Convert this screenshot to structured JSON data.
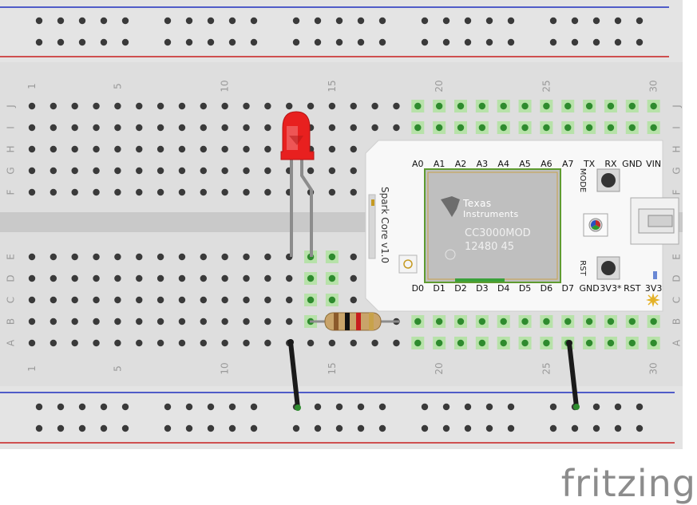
{
  "colors": {
    "board": "#dedede",
    "hole": "#3a3a3a",
    "hole_green": "#2e8b2e",
    "rail_blue": "#1f2fbf",
    "rail_red": "#c81e1e",
    "core_board": "#f8f8f8",
    "chip": "#bfbfbf",
    "chip_outline": "#5e9b30",
    "pin_green": "#b7e2a9"
  },
  "breadboard": {
    "columns_top": [
      "1",
      "5",
      "10",
      "15",
      "20",
      "25",
      "30"
    ],
    "columns_bottom": [
      "1",
      "5",
      "10",
      "15",
      "20",
      "25",
      "30"
    ],
    "rows_upper": [
      "J",
      "I",
      "H",
      "G",
      "F"
    ],
    "rows_lower": [
      "E",
      "D",
      "C",
      "B",
      "A"
    ]
  },
  "spark_core": {
    "title": "Spark Core v1.0",
    "top_pins": [
      "A0",
      "A1",
      "A2",
      "A3",
      "A4",
      "A5",
      "A6",
      "A7",
      "TX",
      "RX",
      "GND",
      "VIN"
    ],
    "bottom_pins": [
      "D0",
      "D1",
      "D2",
      "D3",
      "D4",
      "D5",
      "D6",
      "D7",
      "GND",
      "3V3*",
      "RST",
      "3V3"
    ],
    "chip_brand_line1": "Texas",
    "chip_brand_line2": "Instruments",
    "chip_model": "CC3000MOD",
    "chip_serial": "12480 45",
    "mode_label": "MODE",
    "rst_label": "RST"
  },
  "components": {
    "led": "red-led",
    "resistor_bands": [
      "#8b5a2b",
      "#111111",
      "#c81e1e",
      "#c8a24a"
    ],
    "wires": [
      "black-wire",
      "black-wire"
    ]
  },
  "footer": {
    "brand": "fritzing"
  }
}
